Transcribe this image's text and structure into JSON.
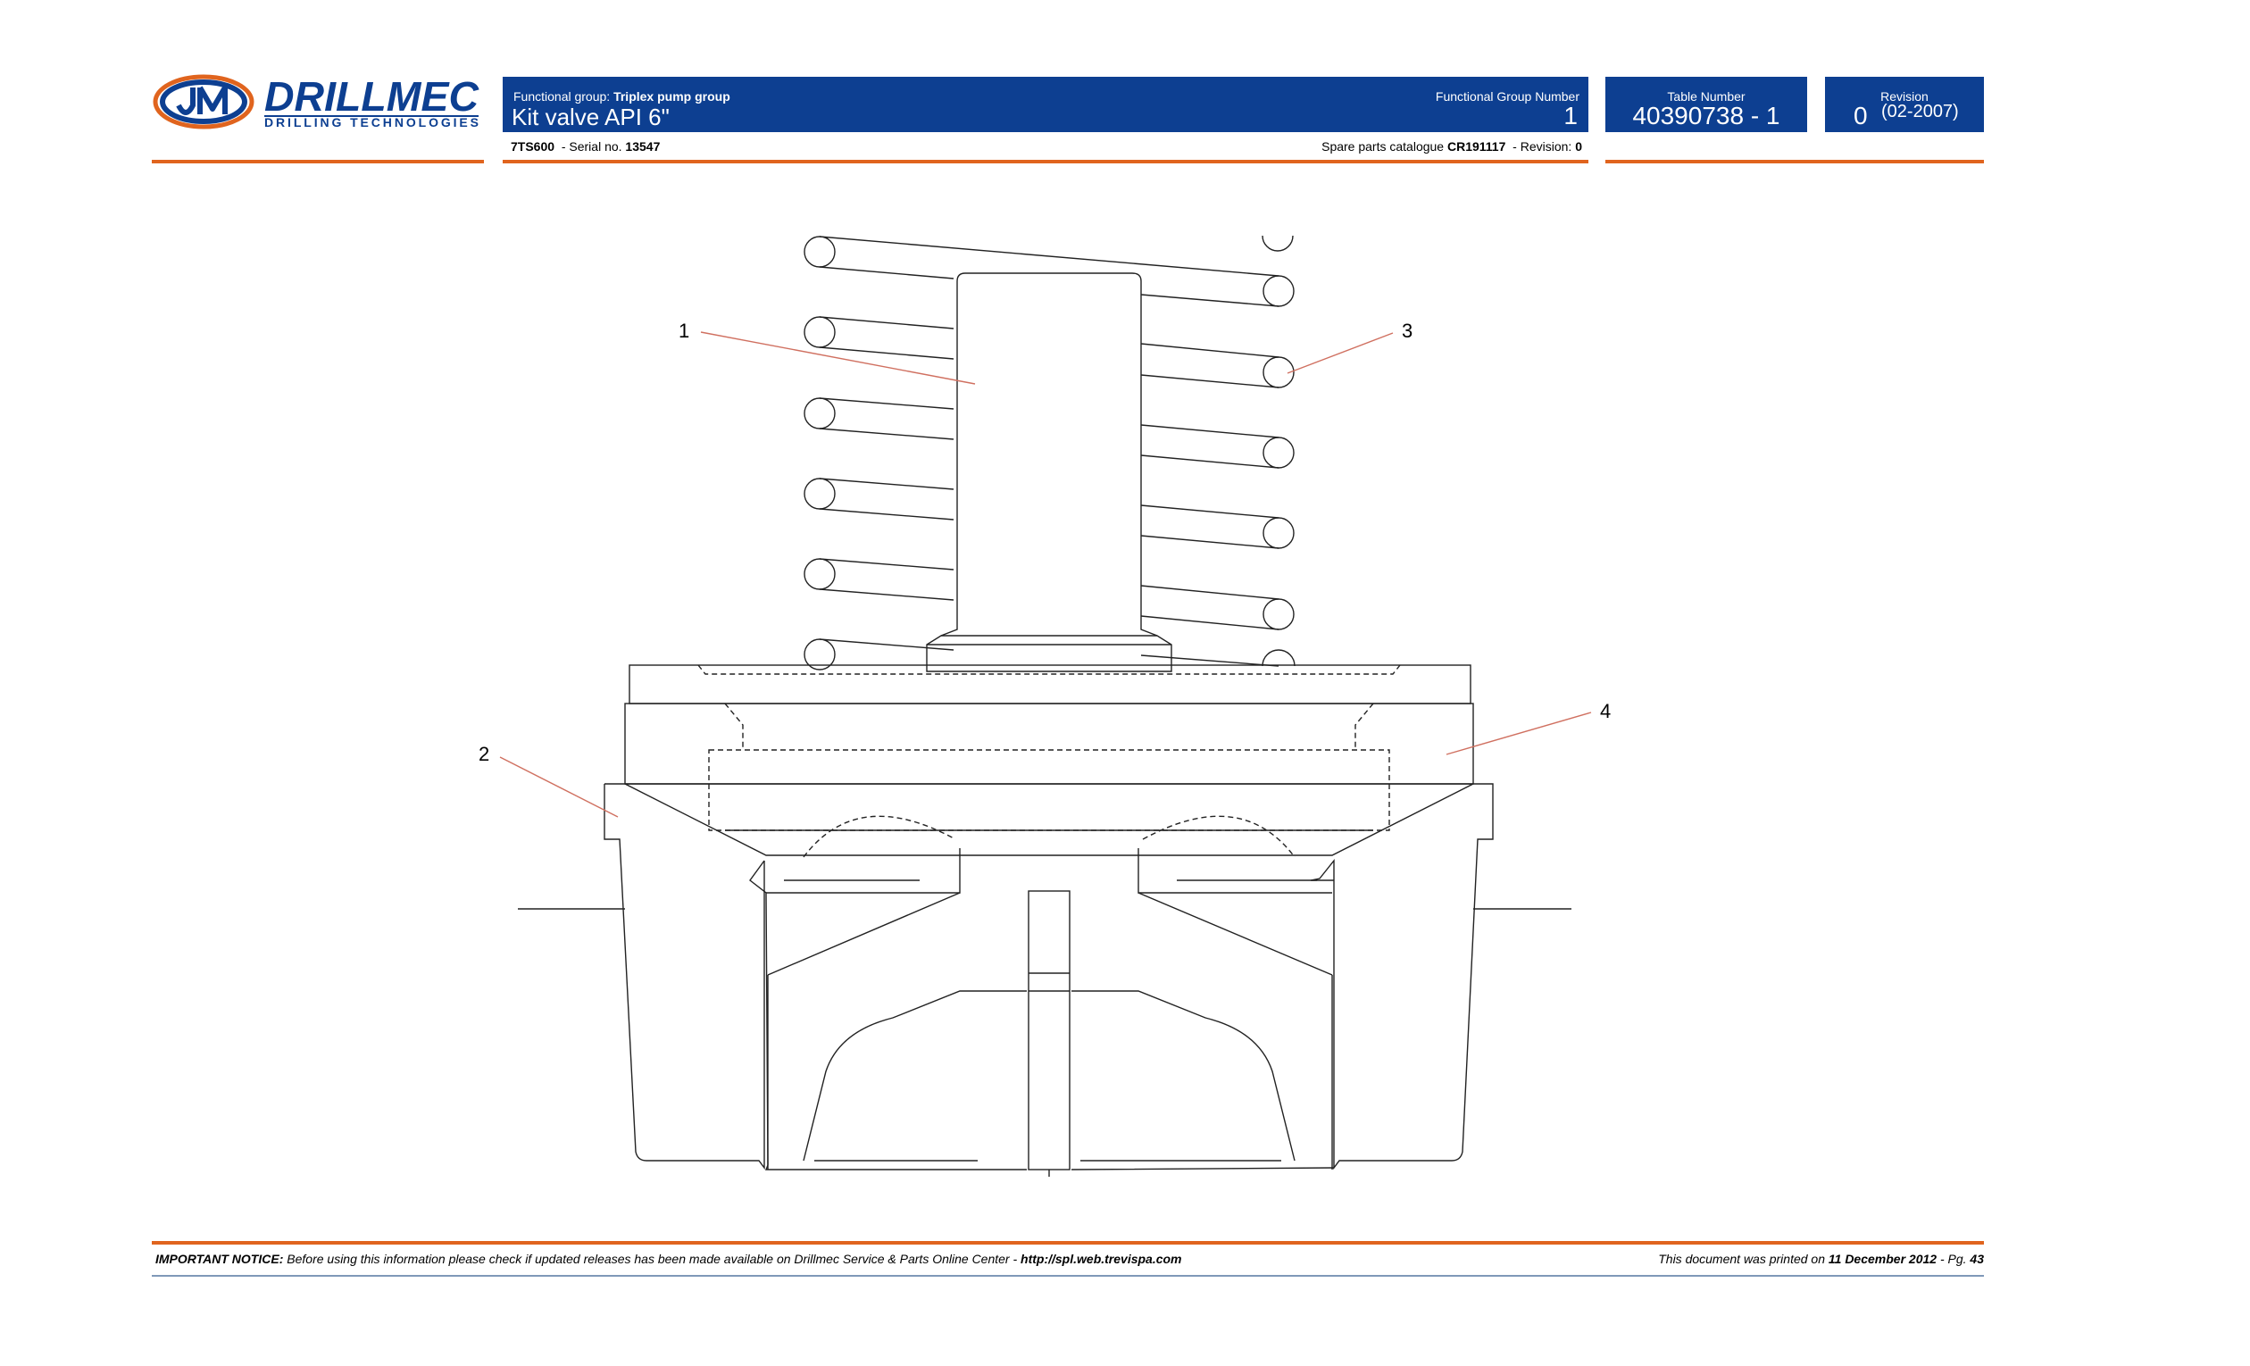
{
  "header": {
    "brand_name": "DRILLMEC",
    "brand_tagline": "DRILLING TECHNOLOGIES",
    "functional_group_label": "Functional group:",
    "functional_group_value": "Triplex pump group",
    "title": "Kit valve API 6\"",
    "functional_group_number_label": "Functional Group Number",
    "functional_group_number": "1",
    "table_number_label": "Table Number",
    "table_number": "40390738 - 1",
    "revision_label": "Revision",
    "revision_number": "0",
    "revision_date": "(02-2007)",
    "model": "7TS600",
    "serial_label": "- Serial no.",
    "serial_number": "13547",
    "catalogue_label": "Spare parts catalogue",
    "catalogue_code": "CR191117",
    "catalogue_revision_label": "- Revision:",
    "catalogue_revision": "0"
  },
  "callouts": [
    {
      "label": "1"
    },
    {
      "label": "2"
    },
    {
      "label": "3"
    },
    {
      "label": "4"
    }
  ],
  "footer": {
    "notice_label": "IMPORTANT NOTICE:",
    "notice_text": "Before using this information please check if updated releases has been made available on Drillmec Service & Parts Online Center -",
    "notice_url": "http://spl.web.trevispa.com",
    "printed_prefix": "This document was printed on",
    "printed_date": "11 December 2012",
    "page_prefix": "- Pg.",
    "page_number": "43"
  },
  "colors": {
    "brand_blue": "#0d3f91",
    "accent_orange": "#e0641e",
    "leader_red": "#d07060"
  }
}
